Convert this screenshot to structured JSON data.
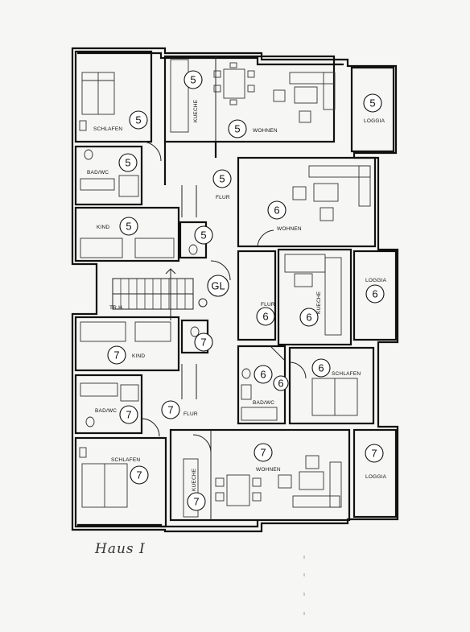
{
  "rooms": {
    "schlafen_top": "SCHLAFEN",
    "kueche_top": "KUECHE",
    "wohnen_top": "WOHNEN",
    "loggia_top_right": "LOGGIA",
    "bad_wc_top": "BAD/WC",
    "flur_top": "FLUR",
    "kind_top": "KIND",
    "wohnen_mid": "WOHNEN",
    "loggia_mid": "LOGGIA",
    "kueche_mid": "KUECHE",
    "flur_mid": "FLUR",
    "trh": "TR.H.",
    "kind_bottom": "KIND",
    "bad_wc_mid": "BAD/WC",
    "schlafen_mid": "SCHLAFEN",
    "bad_wc_bottom": "BAD/WC",
    "flur_bottom": "FLUR",
    "schlafen_bottom": "SCHLAFEN",
    "wohnen_bottom": "WOHNEN",
    "kueche_bottom": "KUECHE",
    "loggia_bottom": "LOGGIA"
  },
  "markers": {
    "m5_kueche": "5",
    "m5_loggia": "5",
    "m5_schlafen": "5",
    "m5_wohnen": "5",
    "m5_bad": "5",
    "m5_flur": "5",
    "m5_kind": "5",
    "m5_wc": "5",
    "m6_wohnen": "6",
    "m6_loggia": "6",
    "m6_flur": "6",
    "m6_kueche": "6",
    "m6_wc": "6",
    "m6_bad": "6",
    "m6_schlafen": "6",
    "gl": "GL",
    "m7_wc": "7",
    "m7_kind": "7",
    "m7_bad": "7",
    "m7_flur": "7",
    "m7_wohnen": "7",
    "m7_loggia": "7",
    "m7_schlafen": "7",
    "m7_kueche": "7"
  },
  "caption": "Haus I",
  "colors": {
    "ink": "#111111",
    "paper": "#f6f6f4"
  }
}
